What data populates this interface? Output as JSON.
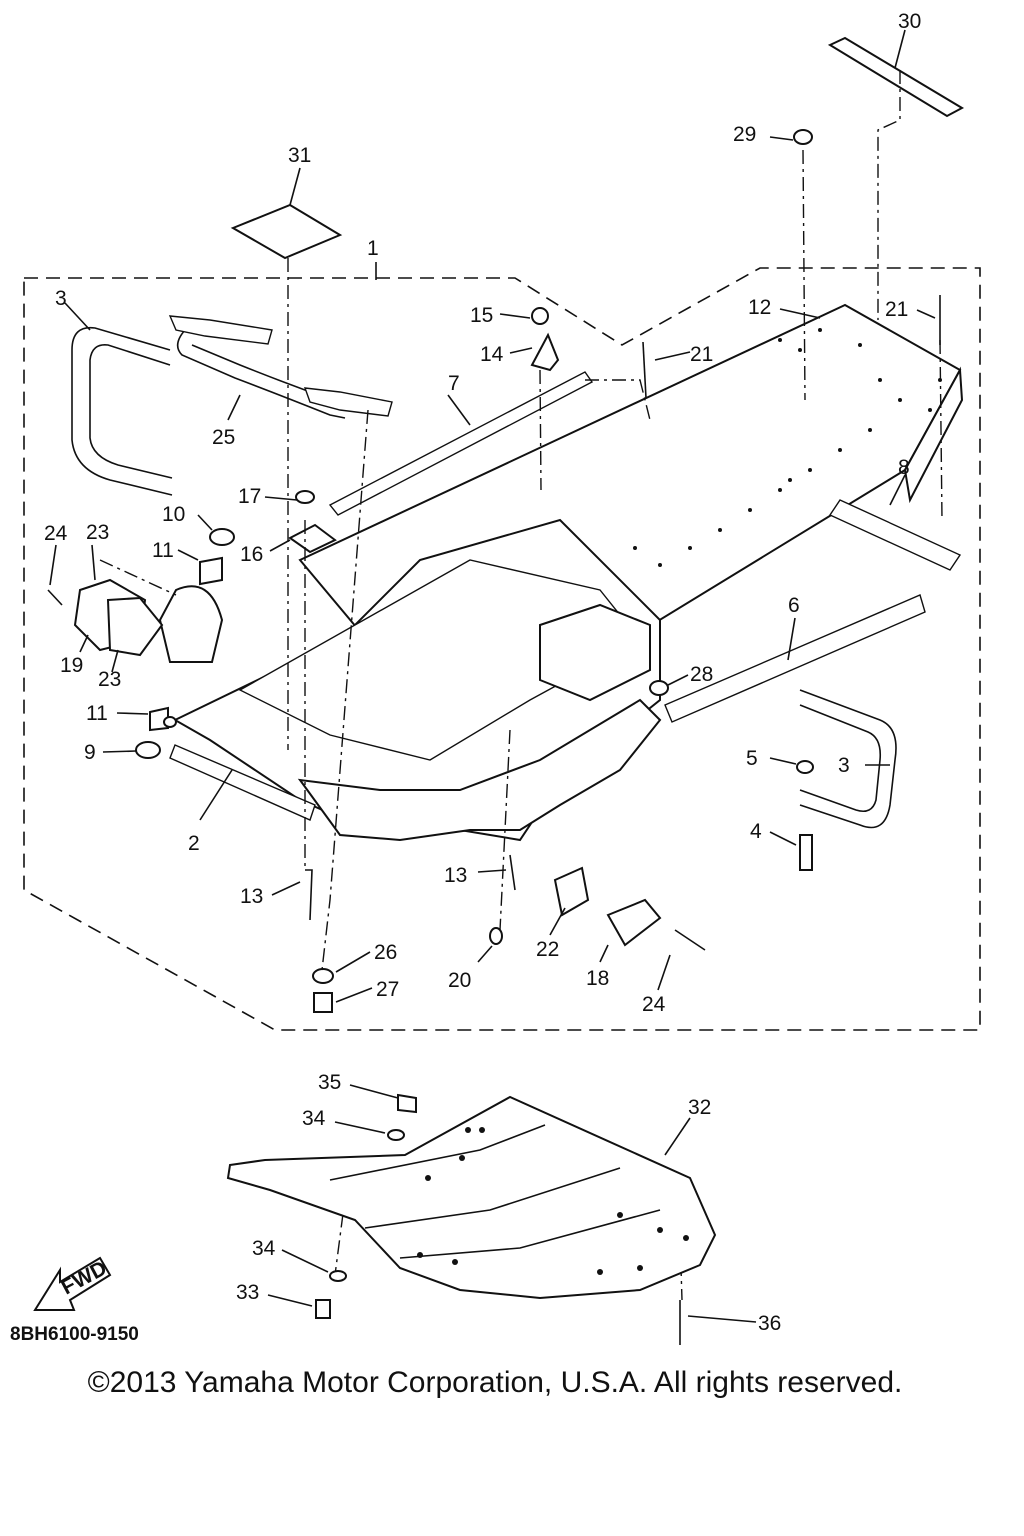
{
  "diagram": {
    "part_number": "8BH6100-9150",
    "copyright": "©2013 Yamaha Motor Corporation, U.S.A. All rights reserved.",
    "fwd_label": "FWD",
    "callouts": {
      "c1": "1",
      "c2": "2",
      "c3a": "3",
      "c3b": "3",
      "c4": "4",
      "c5": "5",
      "c6": "6",
      "c7": "7",
      "c8": "8",
      "c9": "9",
      "c10": "10",
      "c11a": "11",
      "c11b": "11",
      "c12": "12",
      "c13a": "13",
      "c13b": "13",
      "c14": "14",
      "c15": "15",
      "c16": "16",
      "c17": "17",
      "c18": "18",
      "c19": "19",
      "c20": "20",
      "c21a": "21",
      "c21b": "21",
      "c22": "22",
      "c23a": "23",
      "c23b": "23",
      "c24a": "24",
      "c24b": "24",
      "c25": "25",
      "c26": "26",
      "c27": "27",
      "c28": "28",
      "c29": "29",
      "c30": "30",
      "c31": "31",
      "c32": "32",
      "c33": "33",
      "c34a": "34",
      "c34b": "34",
      "c35": "35",
      "c36": "36"
    }
  }
}
